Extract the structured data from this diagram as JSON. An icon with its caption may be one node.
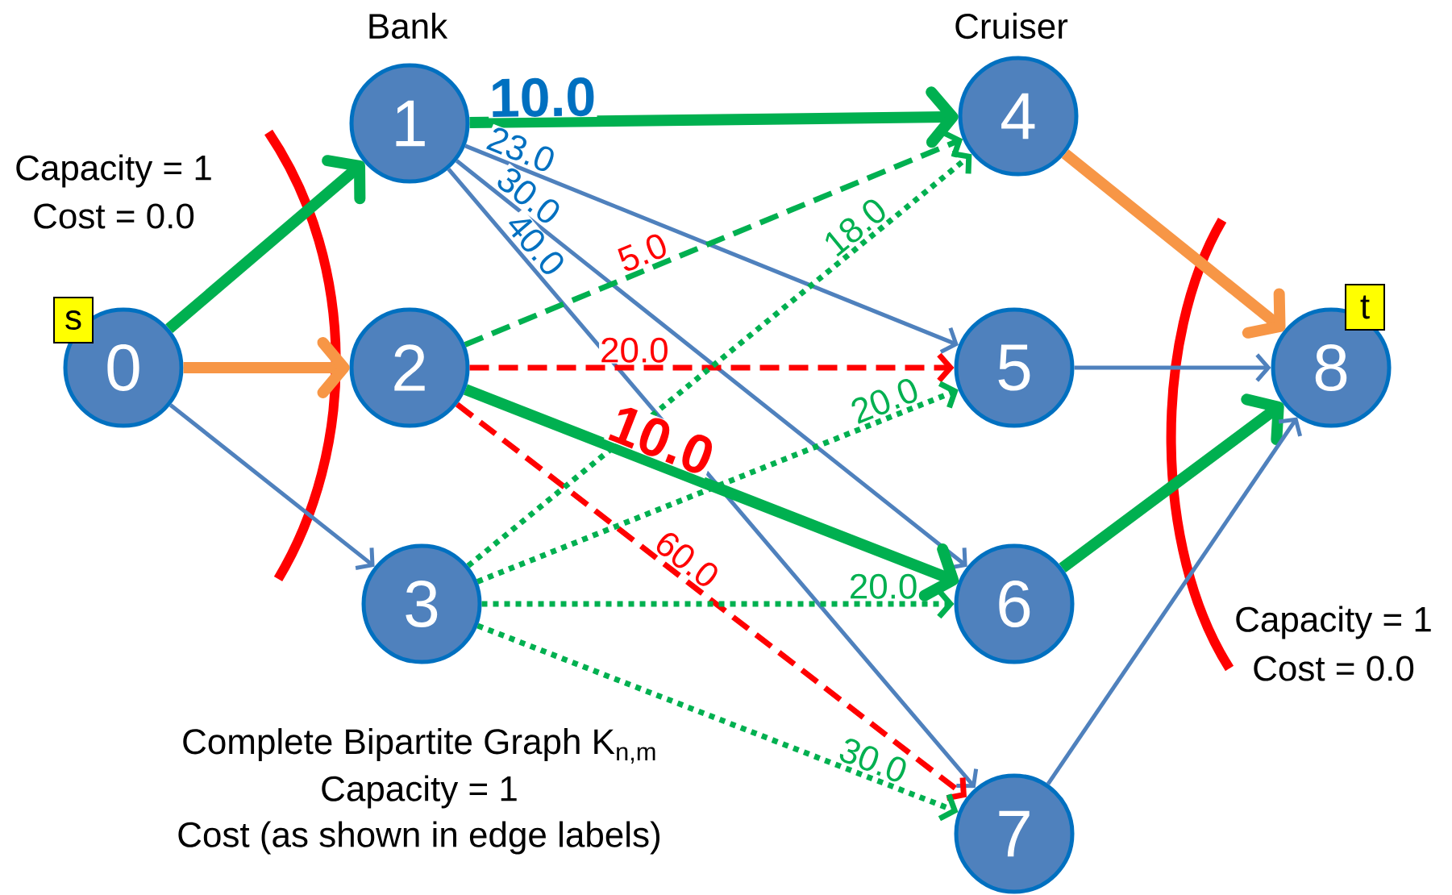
{
  "diagram": {
    "nodes": [
      {
        "text": [
          "0"
        ],
        "beside": [
          "s"
        ]
      },
      {
        "text": [
          "1"
        ],
        "beside": [
          "Bank"
        ]
      },
      {
        "text": [
          "2"
        ]
      },
      {
        "text": [
          "3"
        ]
      },
      {
        "text": [
          "4"
        ],
        "beside": [
          "Cruiser"
        ]
      },
      {
        "text": [
          "5"
        ]
      },
      {
        "text": [
          "6"
        ]
      },
      {
        "text": [
          "7"
        ]
      },
      {
        "text": [
          "8"
        ],
        "beside": [
          "t"
        ]
      }
    ],
    "edges": [
      {
        "from": 0,
        "to": 1,
        "arrow": "to",
        "style": "thick",
        "color": "#00b050"
      },
      {
        "from": 0,
        "to": 2,
        "arrow": "to",
        "style": "thick",
        "color": "#f79646"
      },
      {
        "from": 0,
        "to": 3,
        "arrow": "to",
        "color": "#4f81bd"
      },
      {
        "from": 1,
        "to": 4,
        "arrow": "to",
        "label": "10.0",
        "style": "thick",
        "color": "#00b050"
      },
      {
        "from": 1,
        "to": 5,
        "arrow": "to",
        "label": "23.0",
        "color": "#4f81bd"
      },
      {
        "from": 1,
        "to": 6,
        "arrow": "to",
        "label": "30.0",
        "color": "#4f81bd"
      },
      {
        "from": 1,
        "to": 7,
        "arrow": "to",
        "label": "40.0",
        "color": "#4f81bd"
      },
      {
        "from": 2,
        "to": 4,
        "arrow": "to",
        "label": "5.0",
        "style": "dashed",
        "color": "#00b050"
      },
      {
        "from": 2,
        "to": 5,
        "arrow": "to",
        "label": "20.0",
        "style": "dashed",
        "color": "#ff0000"
      },
      {
        "from": 2,
        "to": 6,
        "arrow": "to",
        "label": "10.0",
        "style": "thick",
        "color": "#00b050"
      },
      {
        "from": 2,
        "to": 7,
        "arrow": "to",
        "label": "60.0",
        "style": "dashed",
        "color": "#ff0000"
      },
      {
        "from": 3,
        "to": 4,
        "arrow": "to",
        "label": "18.0",
        "style": "dashed",
        "color": "#00b050"
      },
      {
        "from": 3,
        "to": 5,
        "arrow": "to",
        "label": "20.0",
        "style": "dashed",
        "color": "#00b050"
      },
      {
        "from": 3,
        "to": 6,
        "arrow": "to",
        "label": "20.0",
        "style": "dashed",
        "color": "#00b050"
      },
      {
        "from": 3,
        "to": 7,
        "arrow": "to",
        "label": "30.0",
        "style": "dashed",
        "color": "#00b050"
      },
      {
        "from": 4,
        "to": 8,
        "arrow": "to",
        "style": "thick",
        "color": "#f79646"
      },
      {
        "from": 5,
        "to": 8,
        "arrow": "to",
        "color": "#4f81bd"
      },
      {
        "from": 6,
        "to": 8,
        "arrow": "to",
        "style": "thick",
        "color": "#00b050"
      },
      {
        "from": 7,
        "to": 8,
        "arrow": "to",
        "color": "#4f81bd"
      }
    ],
    "labels": [
      "Capacity = 1",
      "Cost = 0.0",
      "Capacity = 1",
      "Cost = 0.0",
      "Complete Bipartite Graph K$_{n,m}$",
      "Capacity = 1",
      "Cost (as shown in edge labels)"
    ]
  }
}
